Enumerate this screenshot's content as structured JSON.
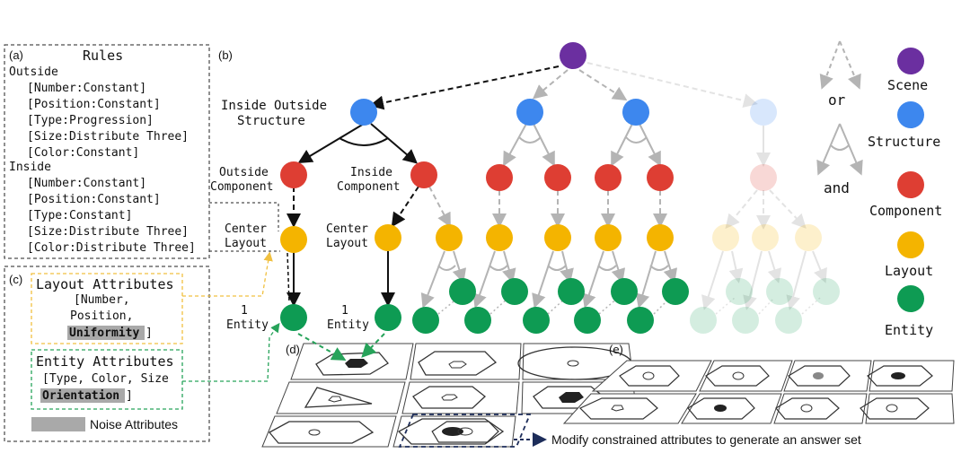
{
  "panel_a": {
    "tag": "(a)",
    "title": "Rules",
    "outside_heading": "Outside",
    "outside_rules": [
      "[Number:Constant]",
      "[Position:Constant]",
      "[Type:Progression]",
      "[Size:Distribute Three]",
      "[Color:Constant]"
    ],
    "inside_heading": "Inside",
    "inside_rules": [
      "[Number:Constant]",
      "[Position:Constant]",
      "[Type:Constant]",
      "[Size:Distribute Three]",
      "[Color:Distribute Three]"
    ]
  },
  "panel_b": {
    "tag": "(b)",
    "structure_label": [
      "Inside Outside",
      "Structure"
    ],
    "outside_component_label": [
      "Outside",
      "Component"
    ],
    "inside_component_label": [
      "Inside",
      "Component"
    ],
    "layout_label_left": [
      "Center",
      "Layout"
    ],
    "layout_label_right": [
      "Center",
      "Layout"
    ],
    "entity_label_left": [
      "1",
      "Entity"
    ],
    "entity_label_right": [
      "1",
      "Entity"
    ]
  },
  "panel_c": {
    "tag": "(c)",
    "layout_title": "Layout Attributes",
    "layout_items": [
      "[Number,",
      "Position,"
    ],
    "layout_noise": "Uniformity",
    "layout_close": "]",
    "entity_title": "Entity Attributes",
    "entity_items": "[Type, Color, Size",
    "entity_noise": "Orientation",
    "entity_close": "]",
    "noise_legend": "Noise Attributes"
  },
  "panel_d": {
    "tag": "(d)",
    "caption": "Modify constrained attributes to generate an answer set"
  },
  "panel_e": {
    "tag": "(e)"
  },
  "legend": {
    "or_label": "or",
    "and_label": "and",
    "items": [
      {
        "label": "Scene",
        "color": "#6b2fa0"
      },
      {
        "label": "Structure",
        "color": "#3d87ee"
      },
      {
        "label": "Component",
        "color": "#de3e33"
      },
      {
        "label": "Layout",
        "color": "#f4b400"
      },
      {
        "label": "Entity",
        "color": "#0e9b53"
      }
    ]
  },
  "colors": {
    "scene": "#6b2fa0",
    "structure": "#3d87ee",
    "component": "#de3e33",
    "layout": "#f4b400",
    "entity": "#0e9b53",
    "gray_edge": "#b4b4b4",
    "layout_box": "#f0c040",
    "entity_box": "#27a35a",
    "noise": "#a9a9a9",
    "answer_arrow": "#1d2d5a"
  }
}
